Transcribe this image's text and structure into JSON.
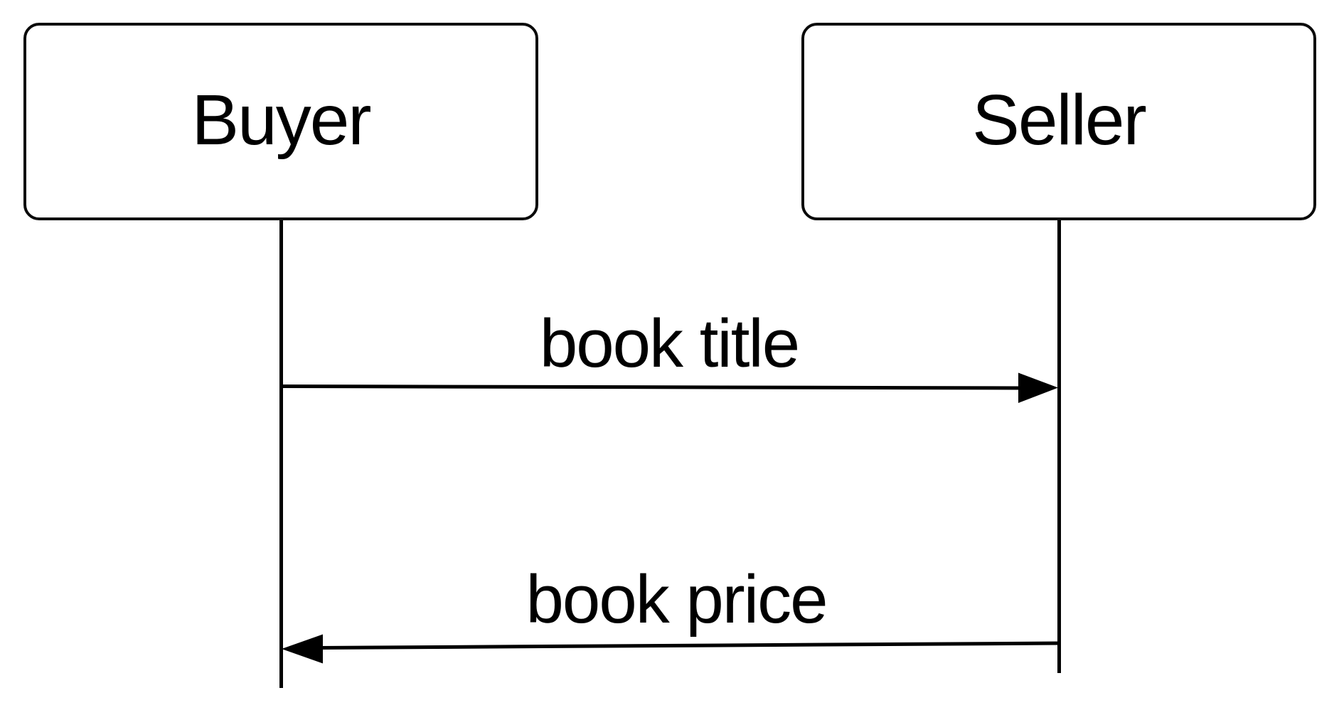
{
  "diagram": {
    "type": "sequence-diagram",
    "participants": [
      {
        "id": "buyer",
        "label": "Buyer"
      },
      {
        "id": "seller",
        "label": "Seller"
      }
    ],
    "messages": [
      {
        "from": "buyer",
        "to": "seller",
        "label": "book title",
        "direction": "right"
      },
      {
        "from": "seller",
        "to": "buyer",
        "label": "book price",
        "direction": "left"
      }
    ],
    "colors": {
      "stroke": "#000000",
      "text": "#000000",
      "background": "#ffffff"
    }
  }
}
